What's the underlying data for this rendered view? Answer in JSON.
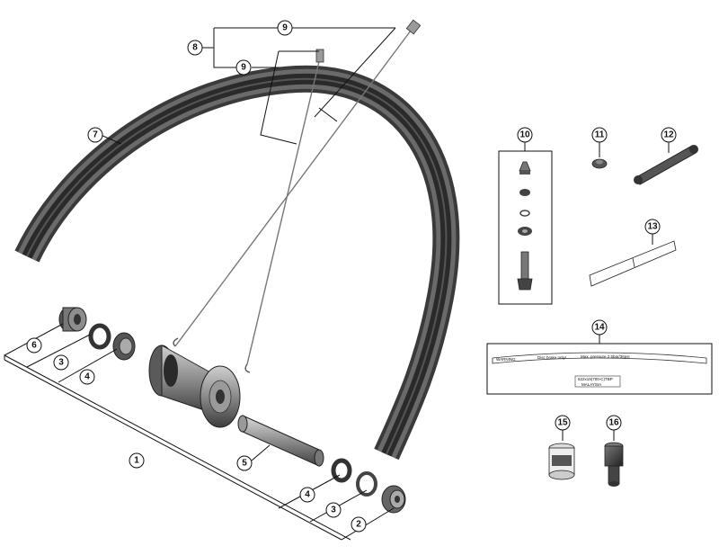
{
  "callouts": {
    "c1": "1",
    "c2": "2",
    "c3a": "3",
    "c3b": "3",
    "c4a": "4",
    "c4b": "4",
    "c5": "5",
    "c6": "6",
    "c7": "7",
    "c8": "8",
    "c9a": "9",
    "c9b": "9",
    "c10": "10",
    "c11": "11",
    "c12": "12",
    "c13": "13",
    "c14": "14",
    "c15": "15",
    "c16": "16"
  },
  "rim_label": {
    "warning": "WARNING",
    "disc_brake": "Disc brake only!",
    "max_pressure": "Max. pressure 2.5bar/36psi",
    "code": "622x19(700-C)TBP",
    "origin": "MALAYSIA"
  },
  "colors": {
    "rim": "#3a3a3a",
    "line": "#111111",
    "part_dark": "#4a4a4a",
    "part_light": "#bdbdbd"
  }
}
